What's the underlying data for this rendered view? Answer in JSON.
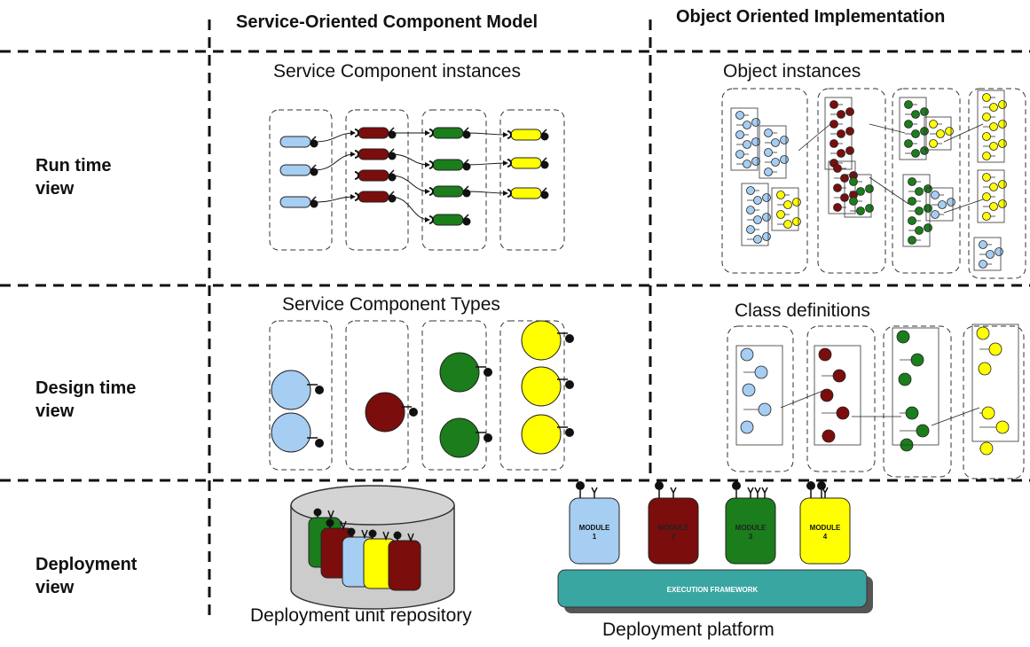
{
  "columns": {
    "left": "Service-Oriented Component Model",
    "right": "Object Oriented Implementation"
  },
  "rows": {
    "run_time": [
      "Run time",
      "view"
    ],
    "design_time": [
      "Design time",
      "view"
    ],
    "deployment": [
      "Deployment",
      "view"
    ]
  },
  "sections": {
    "service_component_instances": "Service Component instances",
    "object_instances": "Object instances",
    "service_component_types": "Service Component Types",
    "class_definitions": "Class definitions",
    "deployment_unit_repository": "Deployment unit repository",
    "deployment_platform": "Deployment platform"
  },
  "modules": [
    {
      "line1": "MODULE",
      "line2": "1",
      "color": "#a6cdf2"
    },
    {
      "line1": "MODULE",
      "line2": "2",
      "color": "#7b0d0d"
    },
    {
      "line1": "MODULE",
      "line2": "3",
      "color": "#1b7d1b"
    },
    {
      "line1": "MODULE",
      "line2": "4",
      "color": "#ffff00"
    }
  ],
  "execution_framework": "EXECUTION FRAMEWORK",
  "colors": {
    "blue": "#a6cdf2",
    "darkred": "#7b0d0d",
    "green": "#1b7d1b",
    "yellow": "#ffff00",
    "teal": "#3aa6a2",
    "gray": "#cccccc"
  }
}
